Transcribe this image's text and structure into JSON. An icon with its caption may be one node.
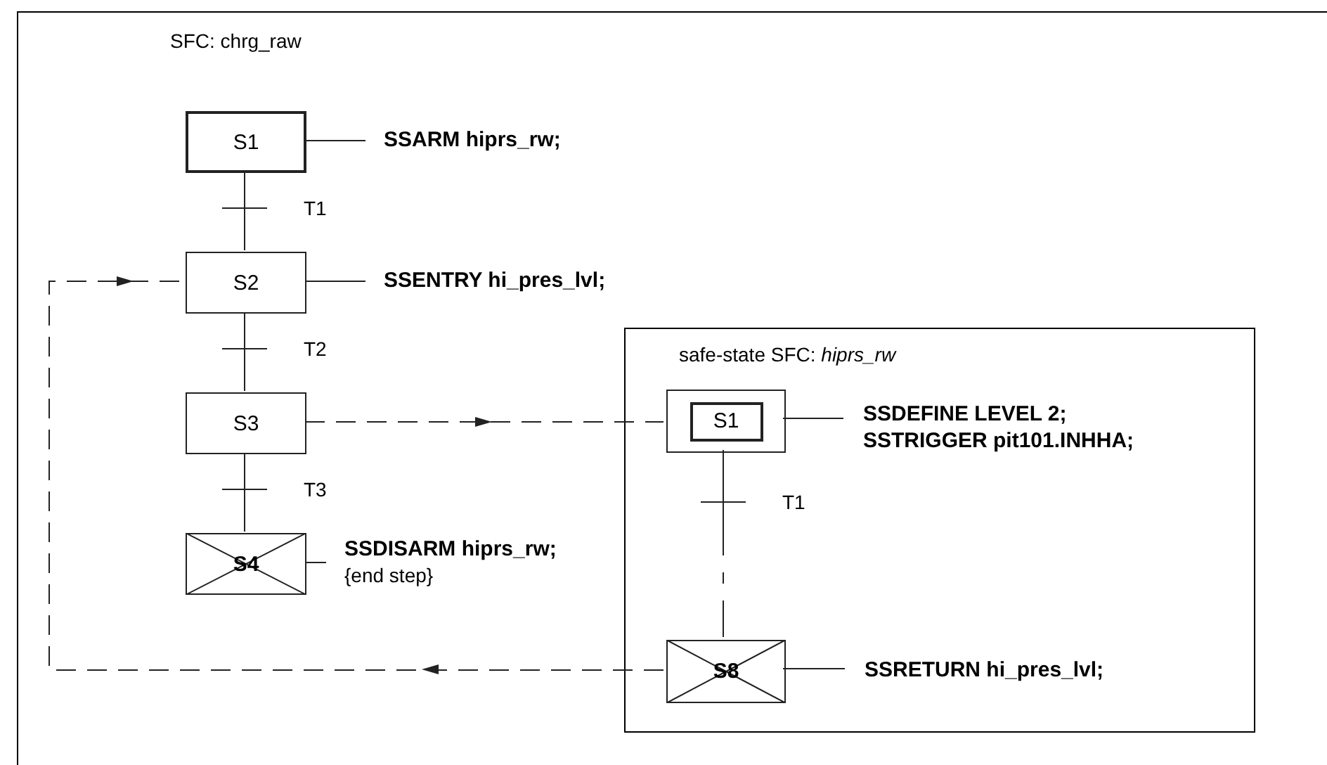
{
  "diagram": {
    "nodes": [
      {
        "text": [
          "SFC: chrg_raw"
        ]
      },
      {
        "text": [
          "S1"
        ],
        "in": 0
      },
      {
        "text": [
          "SSARM hiprs_rw;"
        ],
        "in": 0
      },
      {
        "text": [
          "S2"
        ],
        "in": 0
      },
      {
        "text": [
          "SSENTRY hi_pres_lvl;"
        ],
        "in": 0
      },
      {
        "text": [
          "S3"
        ],
        "in": 0
      },
      {
        "text": [
          "S4"
        ],
        "in": 0
      },
      {
        "text": [
          "SSDISARM hiprs_rw;",
          "{end step}"
        ],
        "in": 0
      },
      {
        "text": [
          "safe-state SFC: *hiprs_rw*"
        ],
        "in": 0
      },
      {
        "text": [
          "S1"
        ],
        "in": 8
      },
      {
        "text": [
          "SSDEFINE LEVEL 2;",
          "SSTRIGGER pit101.INHHA;"
        ],
        "in": 8
      },
      {
        "text": [
          "S8"
        ],
        "in": 8
      },
      {
        "text": [
          "SSRETURN hi_pres_lvl;"
        ],
        "in": 8
      }
    ],
    "edges": [
      {
        "from": 1,
        "to": 3,
        "arrow": "none",
        "label": "T1"
      },
      {
        "from": 1,
        "to": 2,
        "arrow": "none"
      },
      {
        "from": 3,
        "to": 5,
        "arrow": "none",
        "label": "T2"
      },
      {
        "from": 3,
        "to": 4,
        "arrow": "none"
      },
      {
        "from": 5,
        "to": 6,
        "arrow": "none",
        "label": "T3"
      },
      {
        "from": 6,
        "to": 7,
        "arrow": "none"
      },
      {
        "from": 5,
        "to": 9,
        "arrow": "to",
        "style": "dashed"
      },
      {
        "from": 9,
        "to": 10,
        "arrow": "none"
      },
      {
        "from": 9,
        "to": 11,
        "arrow": "none",
        "label": "T1",
        "style": "dashed"
      },
      {
        "from": 11,
        "to": 12,
        "arrow": "none"
      },
      {
        "from": 11,
        "to": 3,
        "arrow": "to",
        "style": "dashed"
      }
    ]
  }
}
